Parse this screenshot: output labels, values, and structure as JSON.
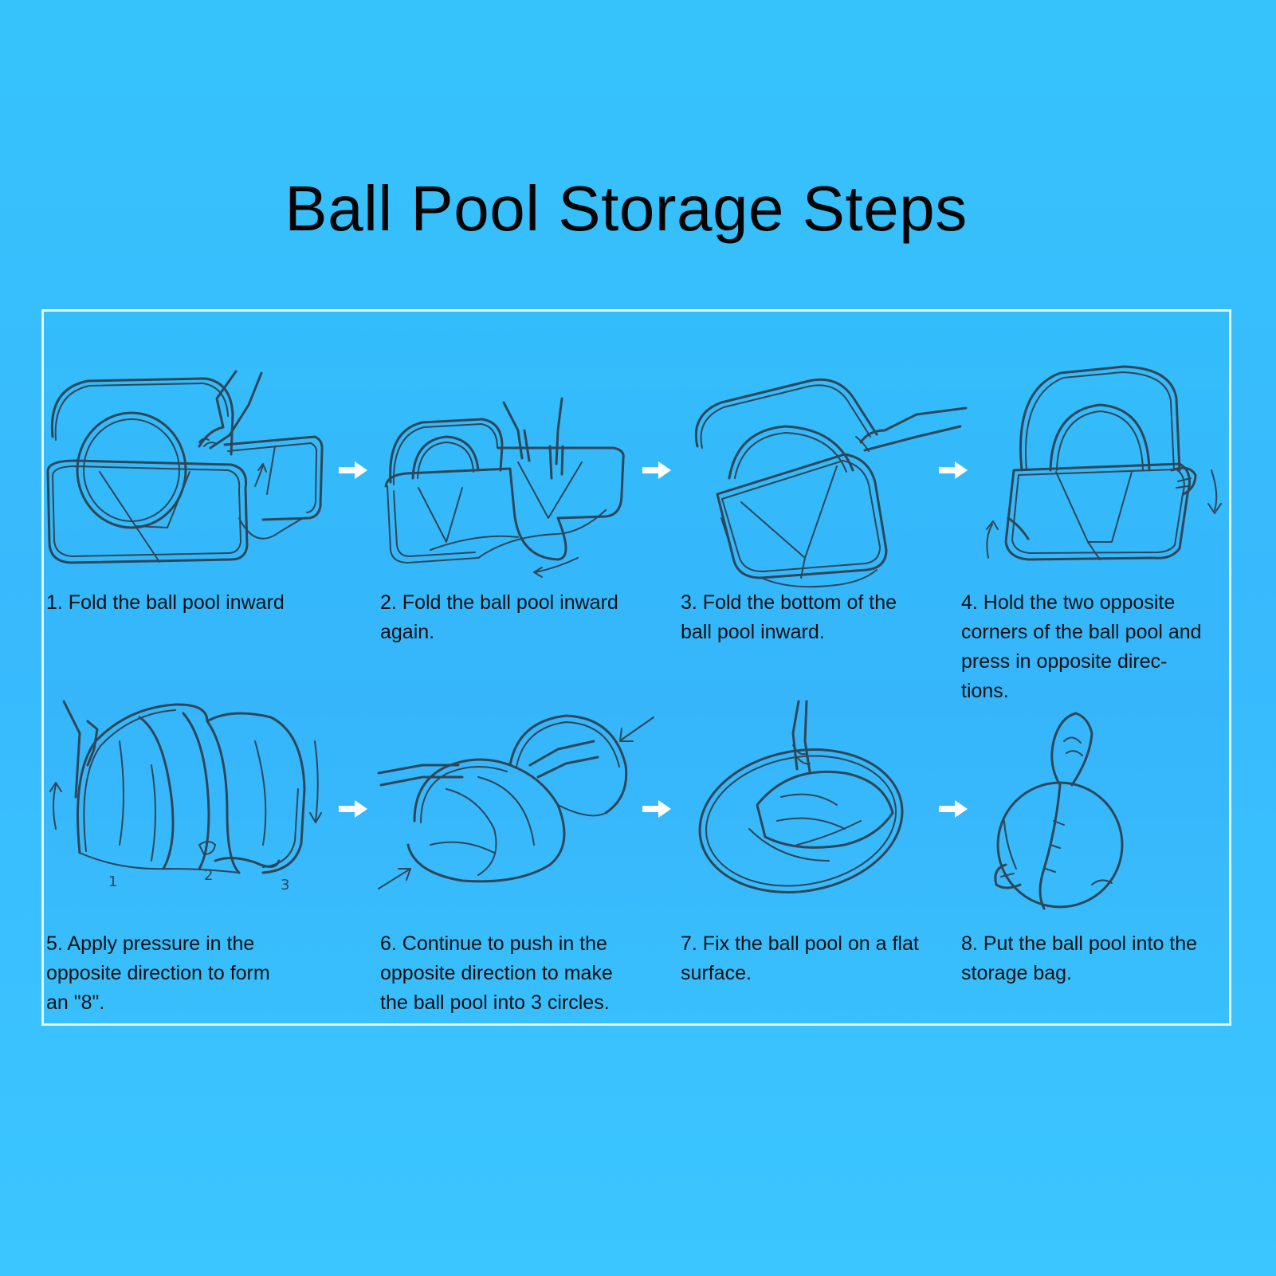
{
  "title": "Ball Pool Storage Steps",
  "steps": [
    {
      "caption": "1. Fold the ball pool inward"
    },
    {
      "caption": "2. Fold the ball pool inward\nagain."
    },
    {
      "caption": "3. Fold the bottom of the\nball pool inward."
    },
    {
      "caption": "4. Hold the two opposite\ncorners of the ball pool and\npress in opposite direc-\ntions."
    },
    {
      "caption": "5. Apply pressure in the\nopposite direction to form\nan \"8\"."
    },
    {
      "caption": "6. Continue to push in the\nopposite direction to make\nthe ball pool into 3 circles."
    },
    {
      "caption": "7. Fix the ball pool on a flat\nsurface."
    },
    {
      "caption": "8. Put the ball pool into the\nstorage bag."
    }
  ],
  "step5_marks": [
    "1",
    "2",
    "3"
  ],
  "colors": {
    "background": "#38bdfd",
    "line_art": "#2e4658",
    "arrow": "#ffffff",
    "frame": "#ffffff"
  },
  "icons": [
    "right-arrow-icon"
  ]
}
